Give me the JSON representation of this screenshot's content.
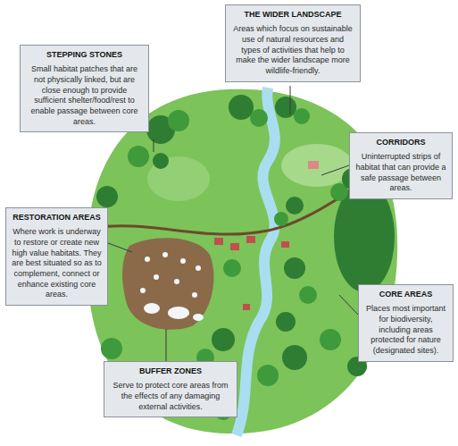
{
  "diagram": {
    "nodes": [
      {
        "text": [
          "THE WIDER LANDSCAPE",
          "Areas which focus on sustainable use of natural resources and types of activities that help to make the wider landscape more wildlife-friendly."
        ]
      },
      {
        "text": [
          "STEPPING STONES",
          "Small habitat patches that are not physically linked, but are close enough to provide sufficient shelter/food/rest to enable passage between core areas."
        ]
      },
      {
        "text": [
          "CORRIDORS",
          "Uninterrupted strips of habitat that can provide a safe passage between areas."
        ]
      },
      {
        "text": [
          "RESTORATION AREAS",
          "Where work is underway to restore or create new high value habitats. They are best situated so as to complement, connect or enhance existing core areas."
        ]
      },
      {
        "text": [
          "CORE AREAS",
          "Places most important for biodiversity, including areas protected for nature (designated sites)."
        ]
      },
      {
        "text": [
          "BUFFER ZONES",
          "Serve to protect core areas from the effects of any damaging external activities."
        ]
      }
    ]
  }
}
